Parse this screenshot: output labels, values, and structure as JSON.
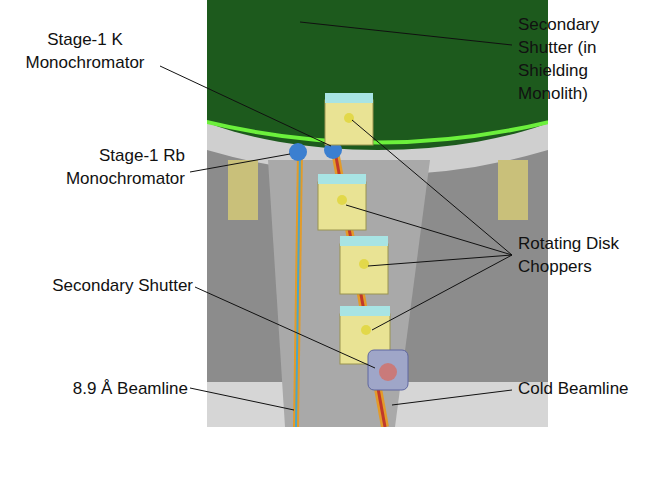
{
  "diagram": {
    "labels": [
      "Stage-1 K Monochromator",
      "Stage-1 Rb Monochromator",
      "Secondary Shutter",
      "8.9 Å Beamline",
      "Secondary Shutter (in Shielding Monolith)",
      "Rotating Disk Choppers",
      "Cold Beamline"
    ]
  }
}
